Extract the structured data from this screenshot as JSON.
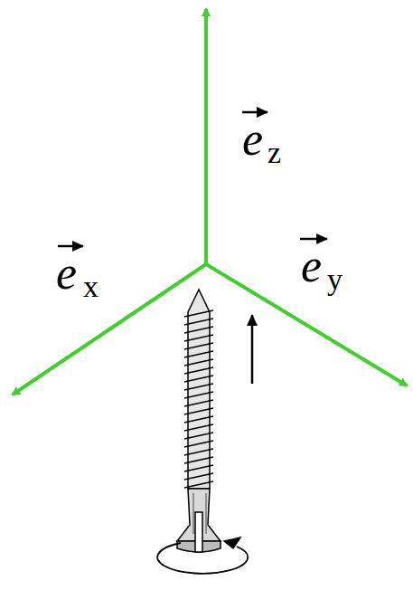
{
  "diagram": {
    "labels": [
      "e",
      "z",
      "e",
      "x",
      "e",
      "y"
    ]
  }
}
